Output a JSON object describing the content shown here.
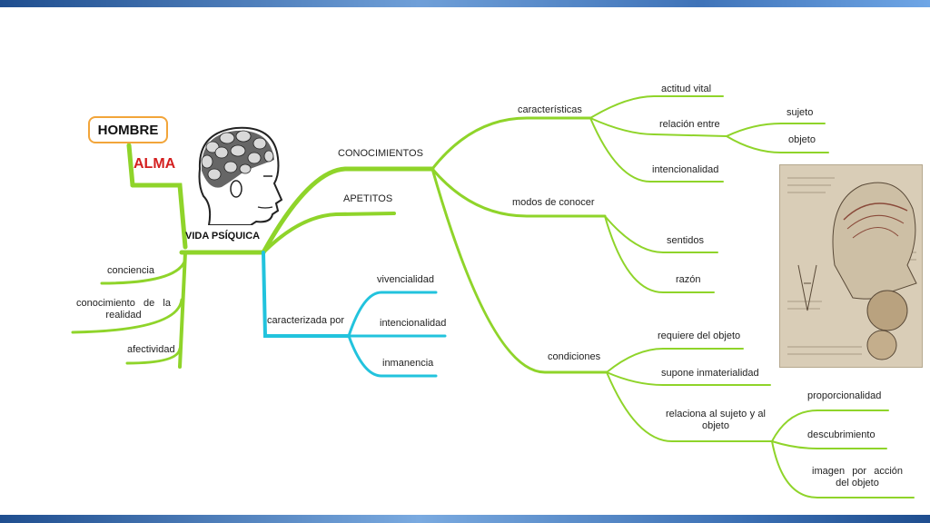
{
  "root": {
    "label": "HOMBRE"
  },
  "alma": {
    "label": "ALMA"
  },
  "vida": {
    "label": "VIDA PSÍQUICA"
  },
  "left": {
    "conciencia": "conciencia",
    "conocimiento": "conocimiento de la realidad",
    "afectividad": "afectividad"
  },
  "conocimientos": {
    "label": "CONOCIMIENTOS",
    "caracteristicas": {
      "label": "características",
      "actitud": "actitud vital",
      "relacion": "relación entre",
      "sujeto": "sujeto",
      "objeto": "objeto",
      "intencionalidad": "intencionalidad"
    },
    "modos": {
      "label": "modos de conocer",
      "sentidos": "sentidos",
      "razon": "razón"
    },
    "condiciones": {
      "label": "condiciones",
      "requiere": "requiere del objeto",
      "supone": "supone inmaterialidad",
      "relaciona": "relaciona al sujeto y al objeto",
      "proporcionalidad": "proporcionalidad",
      "descubrimiento": "descubrimiento",
      "imagen": "imagen por acción del objeto"
    }
  },
  "apetitos": {
    "label": "APETITOS"
  },
  "caracterizada": {
    "label": "caracterizada por",
    "vivencialidad": "vivencialidad",
    "intencionalidad": "intencionalidad",
    "inmanencia": "inmanencia"
  },
  "colors": {
    "green": "#8fd42a",
    "cyan": "#22c3dd",
    "orange": "#f2a53a",
    "red": "#d42020"
  },
  "images": [
    "phrenology-head",
    "anatomy-sketch"
  ]
}
